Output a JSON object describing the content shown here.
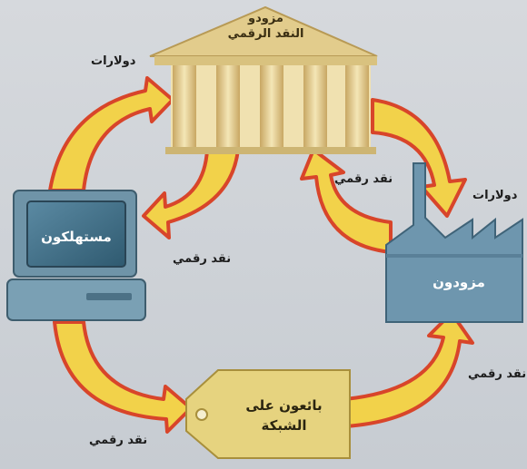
{
  "nodes": {
    "bank": {
      "line1": "مزودو",
      "line2": "النقد الرقمي"
    },
    "consumers": {
      "label": "مستهلكون"
    },
    "producers": {
      "label": "مزودون"
    },
    "sellers": {
      "line1": "بائعون على",
      "line2": "الشبكة"
    }
  },
  "flows": {
    "consumers_to_bank": "دولارات",
    "bank_to_producers": "دولارات",
    "producers_to_bank": "نقد رقمي",
    "bank_to_consumers": "نقد رقمي",
    "consumers_to_sellers": "نقد رقمي",
    "sellers_to_producers": "نقد رقمي"
  },
  "colors": {
    "arrow_fill": "#f2d24a",
    "arrow_stroke": "#d8452a",
    "bank_fill": "#ead9a2",
    "computer_frame": "#6f94a8",
    "computer_screen": "#3f6f86",
    "factory_fill": "#6e96ae",
    "tag_fill": "#e6d37f"
  }
}
